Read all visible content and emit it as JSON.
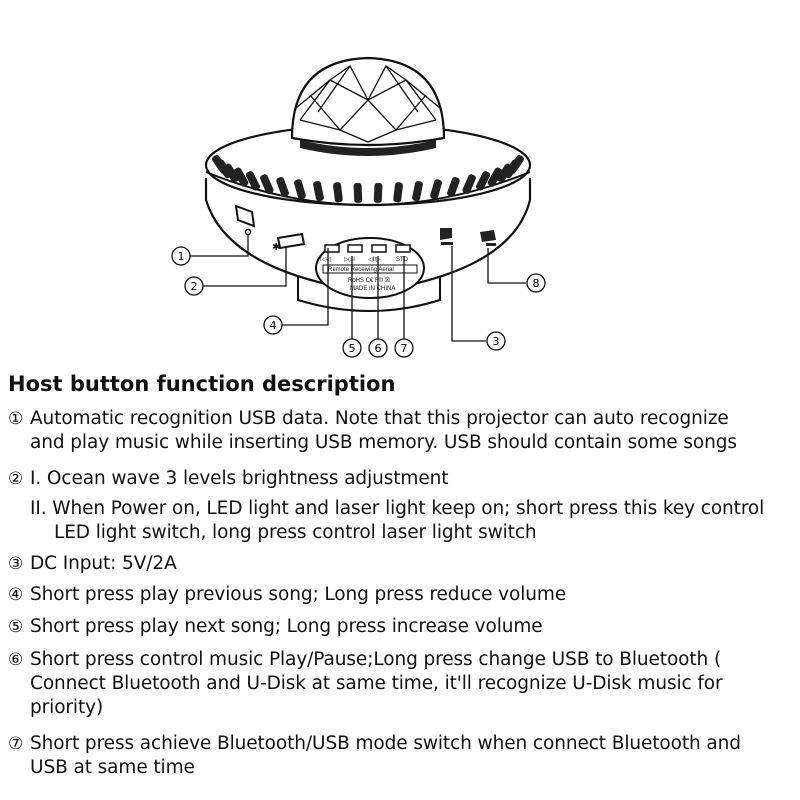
{
  "diagram": {
    "button_labels": [
      "I◁◁",
      "▷▷I",
      "◁II▷",
      "STD"
    ],
    "antenna_label": "Remote Receiving Aerial",
    "cert_label": "RoHS  C€  F© ☒",
    "origin_label": "MADE IN CHINA",
    "callouts": [
      "1",
      "2",
      "3",
      "4",
      "5",
      "6",
      "7",
      "8"
    ]
  },
  "description": {
    "title": "Host button function description",
    "items": [
      {
        "num": "①",
        "lines": [
          "Automatic recognition USB data. Note that this projector can auto recognize",
          "and play music while inserting USB memory. USB should contain some songs"
        ]
      },
      {
        "num": "②",
        "lines": [
          "I. Ocean wave 3 levels brightness adjustment"
        ],
        "sub": [
          "II. When Power on, LED light and laser light keep on; short press this key control",
          "LED light switch, long press control laser light switch"
        ]
      },
      {
        "num": "③",
        "lines": [
          "DC Input: 5V/2A"
        ]
      },
      {
        "num": "④",
        "lines": [
          "Short press play previous song; Long press reduce volume"
        ]
      },
      {
        "num": "⑤",
        "lines": [
          "Short press play next song; Long press increase volume"
        ]
      },
      {
        "num": "⑥",
        "lines": [
          "Short press control music Play/Pause;Long press change USB to Bluetooth  (",
          "Connect Bluetooth and U-Disk at same time, it'll recognize U-Disk music for",
          "priority)"
        ]
      },
      {
        "num": "⑦",
        "lines": [
          "Short press achieve Bluetooth/USB mode switch when connect Bluetooth and",
          "USB at same time"
        ]
      }
    ]
  }
}
